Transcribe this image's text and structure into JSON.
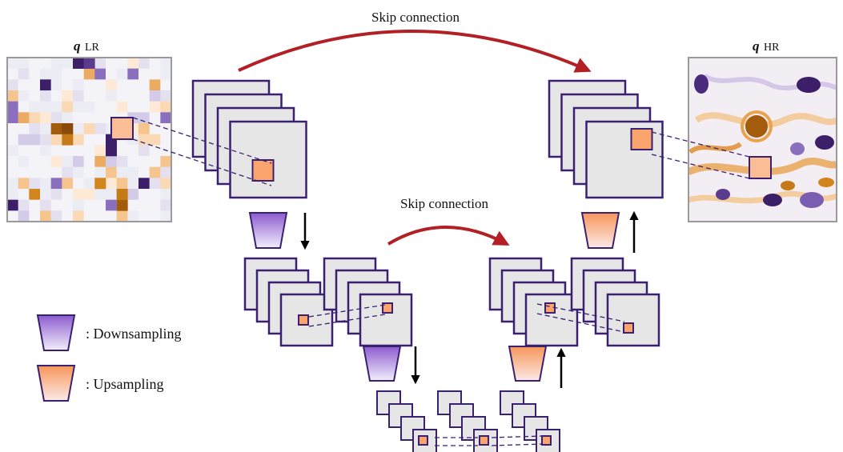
{
  "labels": {
    "skip_top": "Skip connection",
    "skip_mid": "Skip connection",
    "input_symbol": "q",
    "input_subscript": "LR",
    "output_symbol": "q",
    "output_subscript": "HR"
  },
  "legend": {
    "downsampling": ": Downsampling",
    "upsampling": ": Upsampling"
  },
  "colors": {
    "frame": "#3b2070",
    "map_fill": "#e6e6e6",
    "patch": "#fca46d",
    "arrow_skip": "#b22025",
    "down_grad_top": "#8c5bd0",
    "down_grad_bottom": "#f2effb",
    "up_grad_top": "#f7955a",
    "up_grad_bottom": "#fbeae6",
    "field_orange": "#d2841d",
    "field_purple": "#3c1f68"
  },
  "icons": [
    "downsampling-trapezoid-icon",
    "upsampling-trapezoid-icon",
    "down-arrow-icon",
    "up-arrow-icon",
    "skip-arrow-icon"
  ]
}
